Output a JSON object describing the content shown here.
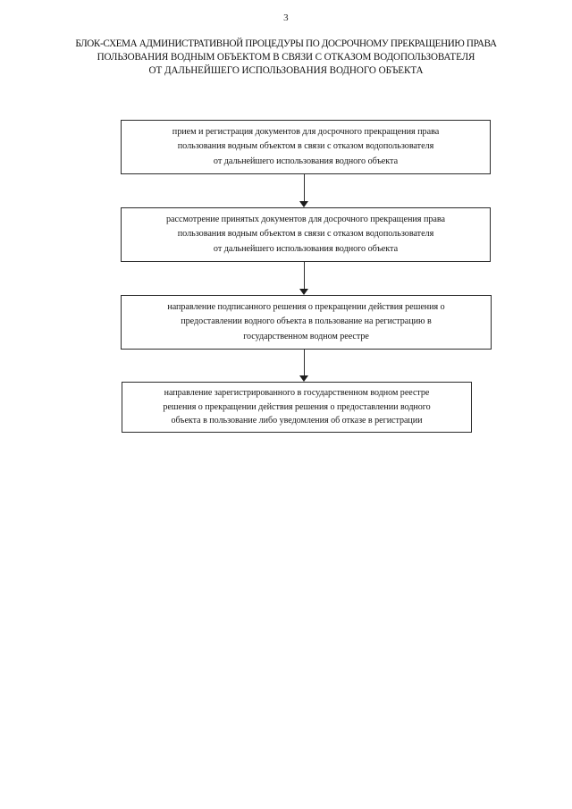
{
  "document": {
    "page_number": "3",
    "title_lines": [
      "БЛОК-СХЕМА АДМИНИСТРАТИВНОЙ ПРОЦЕДУРЫ ПО ДОСРОЧНОМУ ПРЕКРАЩЕНИЮ ПРАВА",
      "ПОЛЬЗОВАНИЯ ВОДНЫМ ОБЪЕКТОМ В СВЯЗИ С ОТКАЗОМ ВОДОПОЛЬЗОВАТЕЛЯ",
      "ОТ ДАЛЬНЕЙШЕГО ИСПОЛЬЗОВАНИЯ ВОДНОГО ОБЪЕКТА"
    ]
  },
  "flowchart": {
    "type": "flowchart",
    "orientation": "vertical",
    "connector_style": "arrow-down",
    "nodes": [
      {
        "id": "node-1",
        "lines": [
          "прием и регистрация документов для досрочного прекращения права",
          "пользования водным объектом в связи с отказом водопользователя",
          "от дальнейшего использования водного объекта"
        ]
      },
      {
        "id": "node-2",
        "lines": [
          "рассмотрение принятых документов для досрочного прекращения права",
          "пользования водным объектом в связи с отказом водопользователя",
          "от дальнейшего использования водного объекта"
        ]
      },
      {
        "id": "node-3",
        "lines": [
          "направление подписанного решения о прекращении действия решения о",
          "предоставлении водного объекта в пользование на регистрацию в",
          "государственном водном реестре"
        ]
      },
      {
        "id": "node-4",
        "lines": [
          "направление зарегистрированного в государственном водном реестре",
          "решения о прекращении действия решения о предоставлении водного",
          "объекта в пользование либо уведомления об отказе в регистрации"
        ]
      }
    ],
    "edges": [
      {
        "from": "node-1",
        "to": "node-2"
      },
      {
        "from": "node-2",
        "to": "node-3"
      },
      {
        "from": "node-3",
        "to": "node-4"
      }
    ]
  },
  "colors": {
    "page_background": "#ffffff",
    "text": "#141414",
    "border": "#2a2a2a",
    "arrow": "#1d1d1d"
  }
}
